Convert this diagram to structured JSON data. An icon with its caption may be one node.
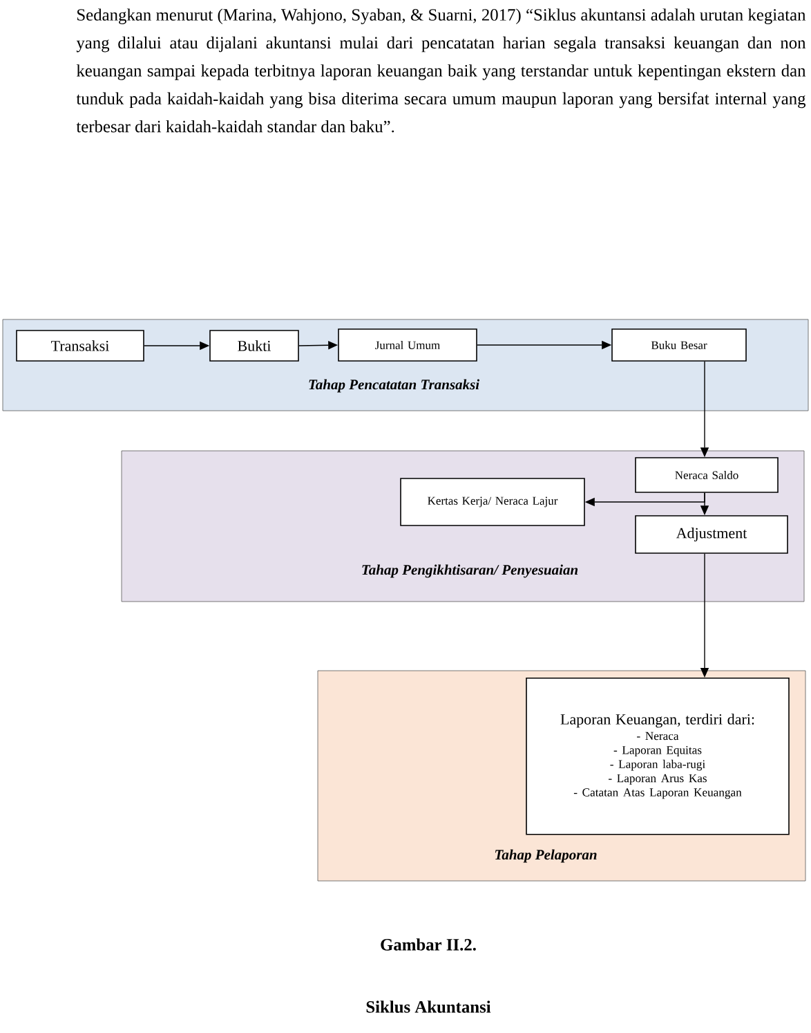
{
  "diagram": {
    "caption": "Gambar II.2.",
    "nodes": [
      {
        "text": [
          "Tahap Pencatatan Transaksi"
        ]
      },
      {
        "text": [
          "Transaksi"
        ],
        "in": 0
      },
      {
        "text": [
          "Bukti"
        ],
        "in": 0
      },
      {
        "text": [
          "Jurnal Umum"
        ],
        "in": 0
      },
      {
        "text": [
          "Buku Besar"
        ],
        "in": 0
      },
      {
        "text": [
          "Tahap Pengikhtisaran/ Penyesuaian"
        ]
      },
      {
        "text": [
          "Neraca Saldo"
        ],
        "in": 5
      },
      {
        "text": [
          "Kertas Kerja/ Neraca Lajur"
        ],
        "in": 5
      },
      {
        "text": [
          "Adjustment"
        ],
        "in": 5
      },
      {
        "text": [
          "Tahap Pelaporan"
        ]
      },
      {
        "text": [
          "Laporan Keuangan, terdiri dari:",
          "- Neraca",
          "- Laporan Equitas",
          "- Laporan laba-rugi",
          "- Laporan Arus Kas",
          "- Catatan Atas Laporan Keuangan"
        ],
        "in": 9
      }
    ],
    "edges": [
      {
        "from": 1,
        "to": 2,
        "arrow": "to"
      },
      {
        "from": 2,
        "to": 3,
        "arrow": "to"
      },
      {
        "from": 3,
        "to": 4,
        "arrow": "to"
      },
      {
        "from": 4,
        "to": 6,
        "arrow": "to"
      },
      {
        "from": 6,
        "to": 8,
        "arrow": "to"
      },
      {
        "from": 6,
        "to": 7,
        "arrow": "to"
      },
      {
        "from": 8,
        "to": 10,
        "arrow": "to"
      }
    ],
    "labels": [
      "Sedangkan menurut (Marina, Wahjono, Syaban, & Suarni, 2017) “Siklus akuntansi adalah urutan kegiatan yang dilalui atau dijalani akuntansi mulai dari pencatatan harian segala transaksi keuangan dan non keuangan sampai kepada terbitnya laporan keuangan baik yang terstandar untuk kepentingan ekstern dan tunduk pada kaidah-kaidah yang bisa diterima secara umum maupun laporan yang bersifat internal yang terbesar dari kaidah-kaidah standar dan baku”.",
      "Siklus Akuntansi"
    ]
  }
}
